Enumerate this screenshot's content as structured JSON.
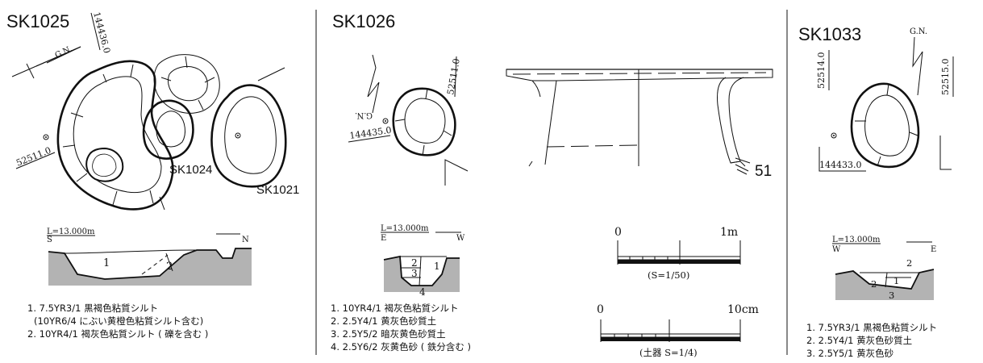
{
  "sk1025": {
    "title": "SK1025",
    "north": "G.N.",
    "coord_a": "144436.0",
    "coord_b": "52511.0",
    "label_sk1024": "SK1024",
    "label_sk1021": "SK1021",
    "elev": "L=13.000m",
    "dir_left": "S",
    "dir_right": "N",
    "layer_1": "1",
    "layer_2": "2",
    "legend": [
      "1. 7.5YR3/1 黒褐色粘質シルト",
      "(10YR6/4 にぶい黄橙色粘質シルト含む)",
      "2. 10YR4/1 褐灰色粘質シルト ( 礫を含む )"
    ]
  },
  "sk1026": {
    "title": "SK1026",
    "north": "G.N.",
    "coord_a": "52511.0",
    "coord_b": "144435.0",
    "elev": "L=13.000m",
    "dir_left": "E",
    "dir_right": "W",
    "layers": [
      "1",
      "2",
      "3",
      "4"
    ],
    "legend": [
      "1. 10YR4/1 褐灰色粘質シルト",
      "2. 2.5Y4/1 黄灰色砂質土",
      "3. 2.5Y5/2 暗灰黄色砂質土",
      "4. 2.5Y6/2 灰黄色砂 ( 鉄分含む )"
    ]
  },
  "artifact": {
    "number": "51"
  },
  "scales": {
    "pit_zero": "0",
    "pit_end": "1m",
    "pit_ratio": "(S=1/50)",
    "pot_zero": "0",
    "pot_end": "10cm",
    "pot_ratio": "(土器 S=1/4)"
  },
  "sk1033": {
    "title": "SK1033",
    "north": "G.N.",
    "coord_a": "52514.0",
    "coord_b": "52515.0",
    "coord_c": "144433.0",
    "elev": "L=13.000m",
    "dir_left": "W",
    "dir_right": "E",
    "layers": [
      "1",
      "2",
      "2",
      "3"
    ],
    "legend": [
      "1. 7.5YR3/1 黒褐色粘質シルト",
      "2. 2.5Y4/1 黄灰色砂質土",
      "3. 2.5Y5/1 黄灰色砂"
    ]
  },
  "colors": {
    "soil": "#b3b3b3",
    "ink": "#111111"
  }
}
